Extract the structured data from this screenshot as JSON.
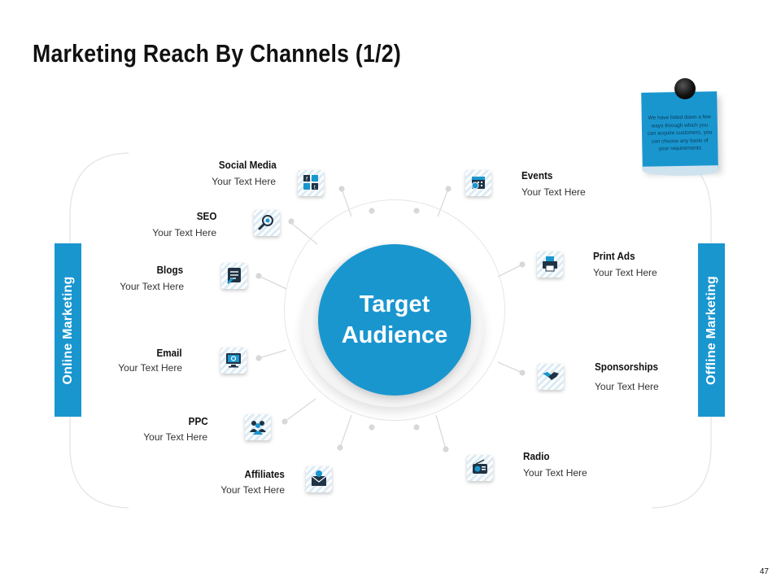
{
  "title": "Marketing Reach By Channels (1/2)",
  "center_label": "Target Audience",
  "left_bar_label": "Online Marketing",
  "right_bar_label": "Offline Marketing",
  "note_text": "We have listed down a few ways through which you can acquire customers, you can choose any basis of your requirements",
  "page_number": "47",
  "colors": {
    "accent": "#1a96cf",
    "tile_stripe": "#dcebf4"
  },
  "online": [
    {
      "name": "Social Media",
      "text": "Your Text Here",
      "icon": "social-media-icon"
    },
    {
      "name": "SEO",
      "text": "Your Text Here",
      "icon": "seo-search-icon"
    },
    {
      "name": "Blogs",
      "text": "Your Text Here",
      "icon": "blog-icon"
    },
    {
      "name": "Email",
      "text": "Your Text Here",
      "icon": "email-monitor-icon"
    },
    {
      "name": "PPC",
      "text": "Your Text Here",
      "icon": "ppc-people-icon"
    },
    {
      "name": "Affiliates",
      "text": "Your Text Here",
      "icon": "affiliates-envelope-icon"
    }
  ],
  "offline": [
    {
      "name": "Events",
      "text": "Your Text Here",
      "icon": "calendar-icon"
    },
    {
      "name": "Print Ads",
      "text": "Your Text Here",
      "icon": "printer-icon"
    },
    {
      "name": "Sponsorships",
      "text": "Your Text Here",
      "icon": "handshake-icon"
    },
    {
      "name": "Radio",
      "text": "Your Text Here",
      "icon": "radio-icon"
    }
  ]
}
